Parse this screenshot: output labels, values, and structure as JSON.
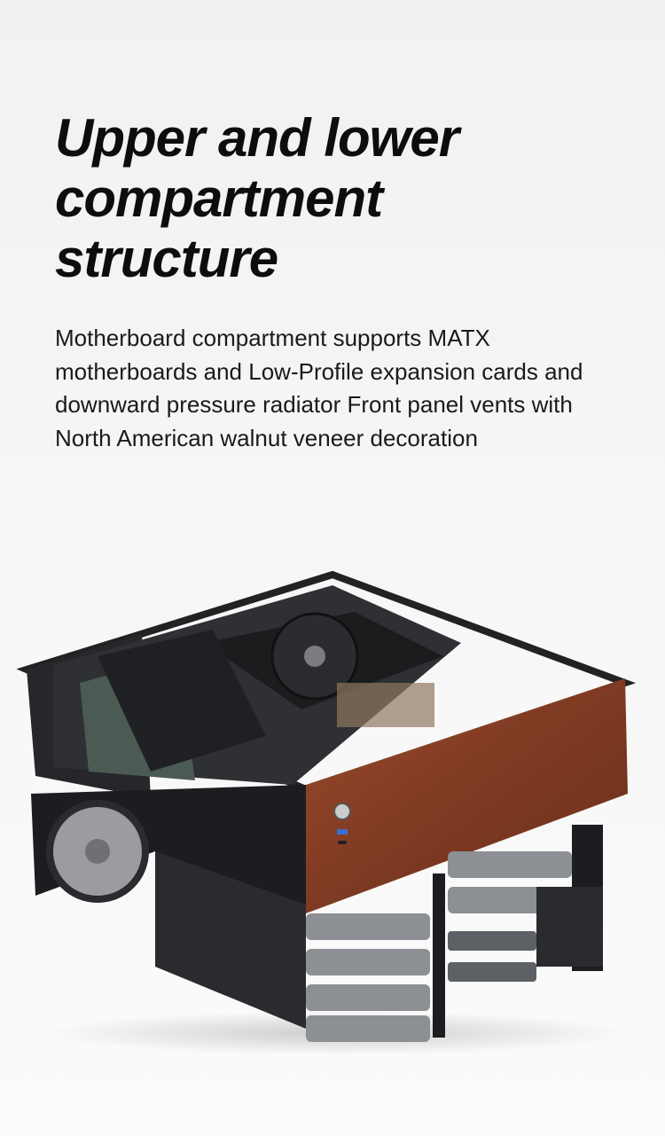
{
  "heading": {
    "lines": [
      "Upper and lower",
      "compartment",
      "structure"
    ]
  },
  "description": "Motherboard compartment supports MATX motherboards and Low-Profile expansion cards and downward pressure radiator Front panel vents with North American walnut veneer decoration",
  "product_image": {
    "subject": "pc-case-upper-lower-compartments",
    "colors": {
      "frame": "#1e1f22",
      "wood": "#8a3f25",
      "tray": "#8c8f94",
      "fan": "#9a9ca0"
    }
  }
}
